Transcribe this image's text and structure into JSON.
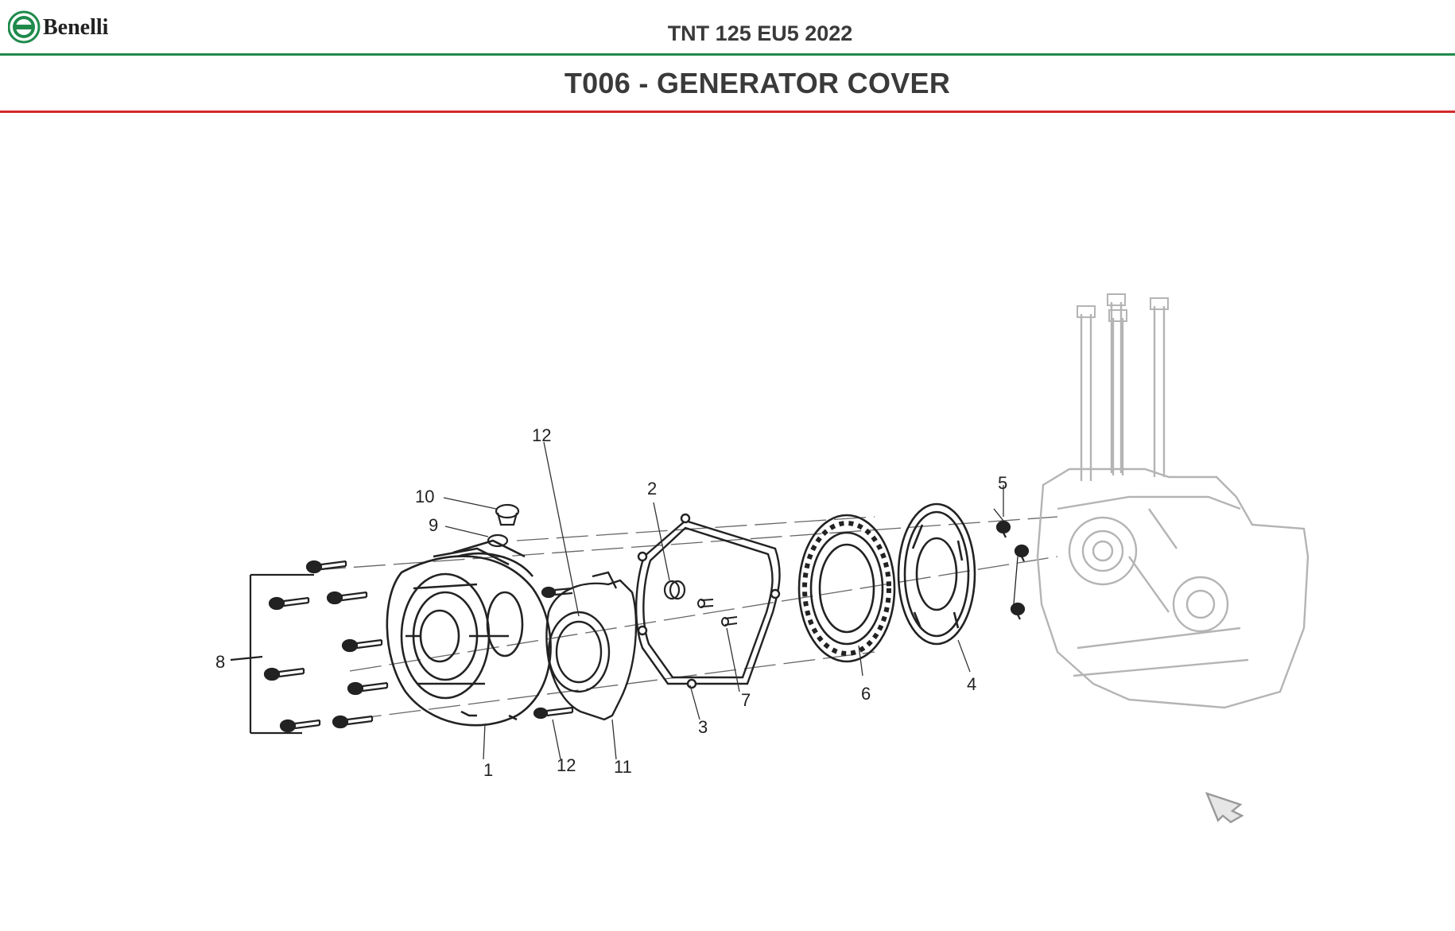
{
  "brand": {
    "logo_text": "Benelli",
    "colors": {
      "green": "#1f8a4c",
      "red": "#d22a2a"
    }
  },
  "header": {
    "model": "TNT 125 EU5 2022"
  },
  "section": {
    "title": "T006 - GENERATOR COVER"
  },
  "diagram": {
    "callouts": {
      "c1": "1",
      "c2": "2",
      "c3": "3",
      "c4": "4",
      "c5": "5",
      "c6": "6",
      "c7": "7",
      "c8": "8",
      "c9": "9",
      "c10": "10",
      "c11": "11",
      "c12a": "12",
      "c12b": "12"
    }
  }
}
